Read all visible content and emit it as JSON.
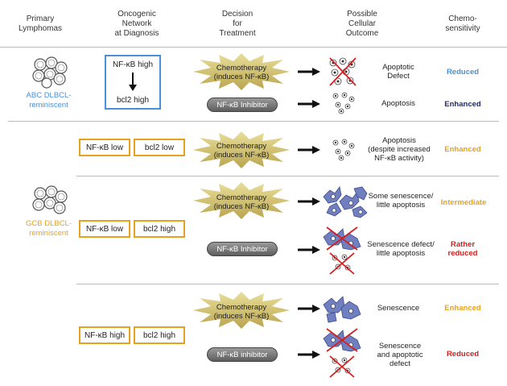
{
  "headers": {
    "primary": "Primary\nLymphomas",
    "network": "Oncogenic\nNetwork\nat Diagnosis",
    "decision": "Decision\nfor\nTreatment",
    "outcome": "Possible\nCellular\nOutcome",
    "chemo": "Chemo-\nsensitivity"
  },
  "lymphomas": {
    "abc": "ABC DLBCL-\nreminiscent",
    "gcb": "GCB DLBCL-\nreminiscent"
  },
  "abc_network": {
    "top": "NF-κB high",
    "bottom": "bcl2 high"
  },
  "rows": {
    "r2_nf": "NF-κB low",
    "r2_bcl": "bcl2 low",
    "r3_nf": "NF-κB low",
    "r3_bcl": "bcl2 high",
    "r4_nf": "NF-κB high",
    "r4_bcl": "bcl2 high"
  },
  "treatments": {
    "chemo": "Chemotherapy\n(induces NF-κB)",
    "inhibitor": "NF-κB Inhibitor",
    "inhibitor_lower": "NF-κB inhibitor"
  },
  "outcomes": {
    "o1": "Apoptotic\nDefect",
    "o2": "Apoptosis",
    "o3": "Apoptosis\n(despite increased\nNF-κB activity)",
    "o4": "Some senescence/\nlittle apoptosis",
    "o5": "Senescence defect/\nlittle apoptosis",
    "o6": "Senescence",
    "o7": "Senescence\nand apoptotic\ndefect"
  },
  "sensitivity": {
    "s1": "Reduced",
    "s2": "Enhanced",
    "s3": "Enhanced",
    "s4": "Intermediate",
    "s5": "Rather\nreduced",
    "s6": "Enhanced",
    "s7": "Reduced"
  },
  "colors": {
    "abc_blue": "#4a90d9",
    "gcb_orange": "#e6a21f",
    "reduced_blue": "#4a90d9",
    "enhanced_navy": "#1f2a7a",
    "orange": "#e6a21f",
    "red": "#d42020",
    "cell_blue": "#6f7fc0"
  },
  "icons": [
    "lymphoma-cells-icon",
    "chemotherapy-burst-icon",
    "arrow-right-icon",
    "apoptotic-cells-icon",
    "senescent-cells-icon",
    "cross-icon"
  ]
}
